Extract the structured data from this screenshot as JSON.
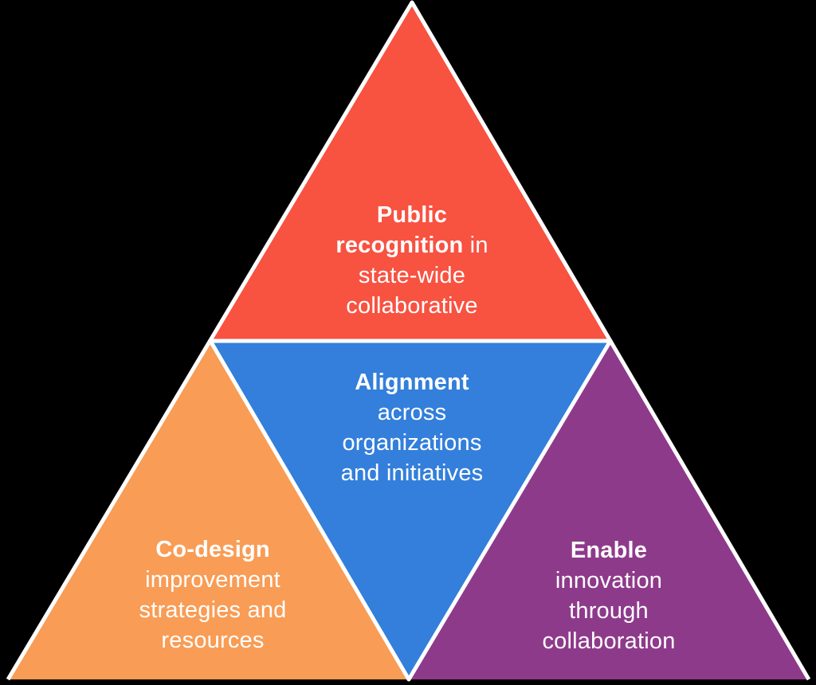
{
  "diagram": {
    "kind": "pyramid-four-section",
    "background_color": "#000000",
    "divider_color": "#ffffff",
    "text_color": "#ffffff",
    "sections": {
      "top": {
        "id": "public-recognition",
        "color": "#F85241",
        "line1_bold": "Public",
        "line2_bold": "recognition",
        "line2_rest": " in",
        "line3": "state-wide",
        "line4": "collaborative"
      },
      "center": {
        "id": "alignment",
        "color": "#337FDB",
        "line1_bold": "Alignment",
        "line2": "across",
        "line3": "organizations",
        "line4": "and initiatives"
      },
      "left": {
        "id": "co-design",
        "color": "#F99C55",
        "line1_bold": "Co-design",
        "line2": "improvement",
        "line3": "strategies and",
        "line4": "resources"
      },
      "right": {
        "id": "enable-innovation",
        "color": "#8E3A8B",
        "line1_bold": "Enable",
        "line2": "innovation",
        "line3": "through",
        "line4": "collaboration"
      }
    }
  }
}
